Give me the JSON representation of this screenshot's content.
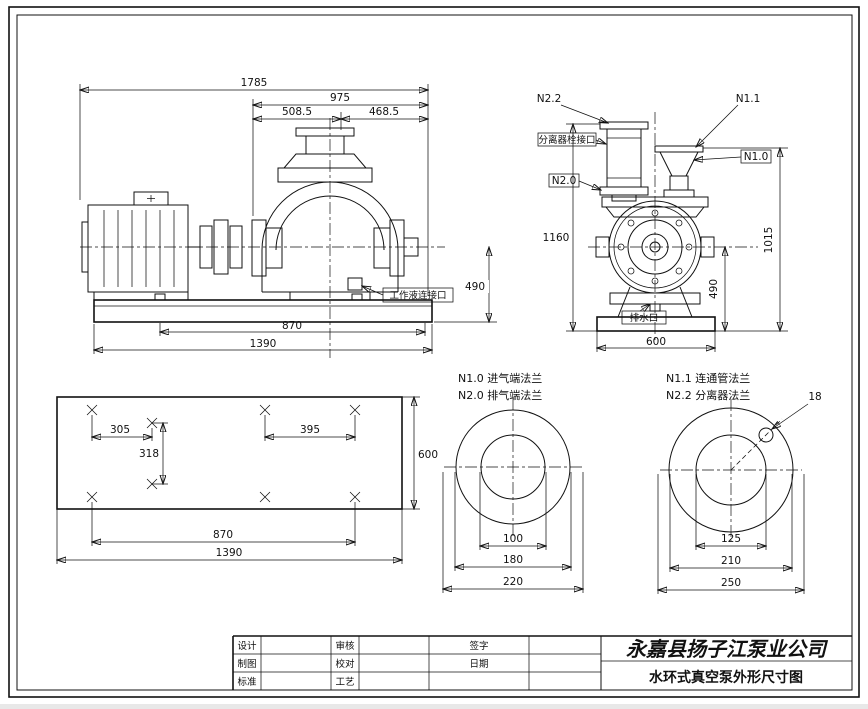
{
  "views": {
    "side": {
      "working_port_label": "工作液连接口",
      "dims": {
        "overall": "1785",
        "upper": "975",
        "left_half": "508.5",
        "right_half": "468.5",
        "center_height": "490",
        "bolt_span": "870",
        "base_length": "1390"
      }
    },
    "front": {
      "ports": {
        "n22": "N2.2",
        "n11": "N1.1",
        "n10": "N1.0",
        "n20": "N2.0"
      },
      "separator_port_label": "分离器栓接口",
      "drain_label": "排水口",
      "dims": {
        "height_left": "1160",
        "height_right": "1015",
        "center_height": "490",
        "base_width": "600"
      }
    },
    "base_plan": {
      "dims": {
        "left_span": "305",
        "row_span": "318",
        "mid_span": "395",
        "width": "600",
        "bolt_span": "870",
        "length": "1390"
      }
    },
    "flange_inlet": {
      "legend": [
        "N1.0 进气端法兰",
        "N2.0 排气端法兰"
      ],
      "dims": {
        "bore": "100",
        "bolt_circle": "180",
        "outer": "220"
      }
    },
    "flange_pipe": {
      "legend": [
        "N1.1 连通管法兰",
        "N2.2 分离器法兰"
      ],
      "hole_dia": "18",
      "dims": {
        "bore": "125",
        "bolt_circle": "210",
        "outer": "250"
      }
    }
  },
  "title_block": {
    "company": "永嘉县扬子江泵业公司",
    "drawing_title": "水环式真空泵外形尺寸图",
    "col1": [
      "设计",
      "制图",
      "标准"
    ],
    "col2": [
      "审核",
      "校对",
      "工艺"
    ],
    "col3": [
      "签字",
      "日期"
    ]
  }
}
